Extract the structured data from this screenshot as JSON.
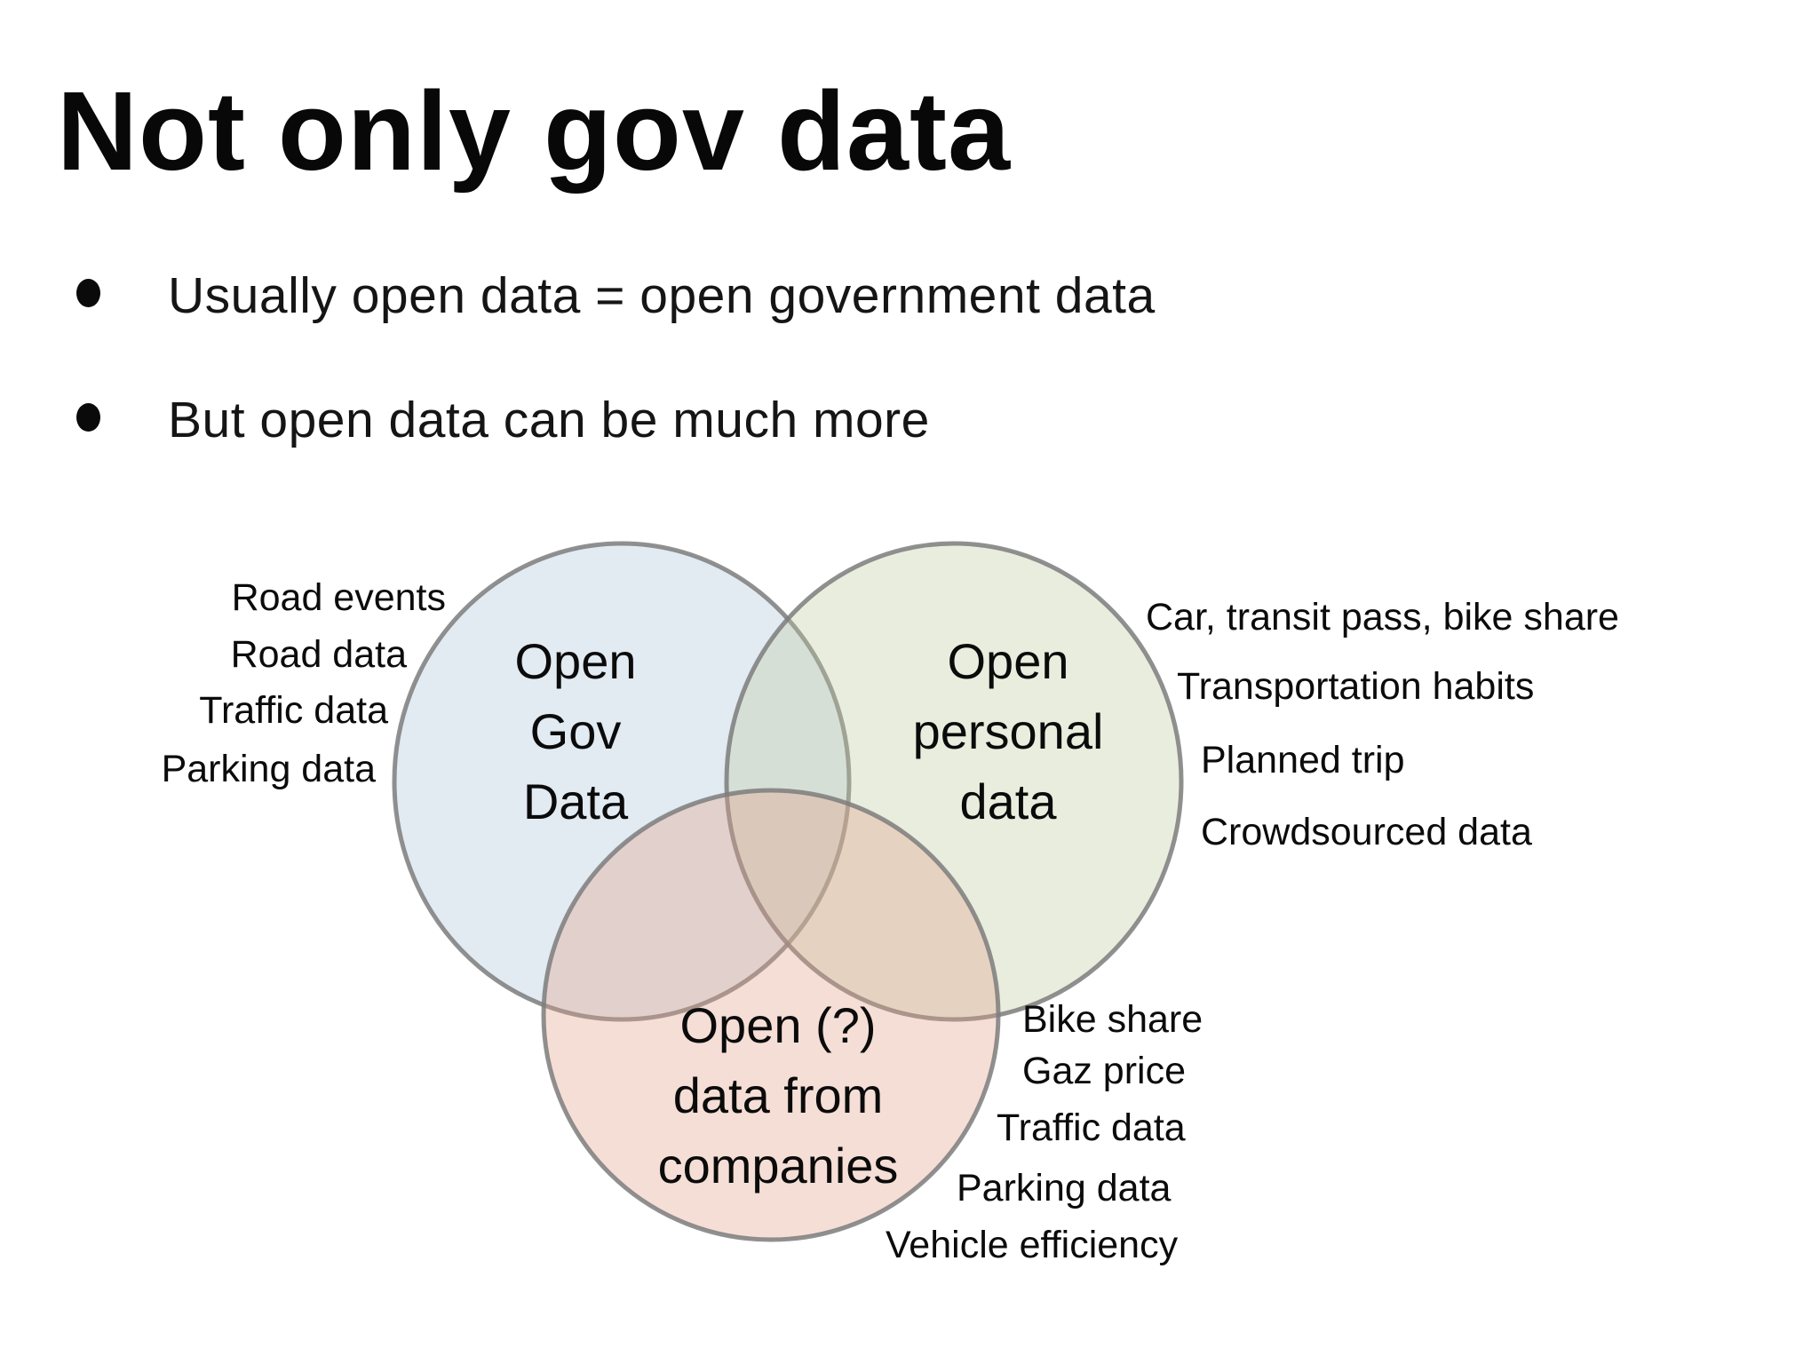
{
  "title": "Not only gov data",
  "bullets": [
    "Usually open data = open government data",
    "But open data can be much more"
  ],
  "venn": {
    "gov": {
      "lines": [
        "Open",
        "Gov",
        "Data"
      ],
      "side_labels": [
        "Road events",
        "Road data",
        "Traffic data",
        "Parking data"
      ]
    },
    "personal": {
      "lines": [
        "Open",
        "personal",
        "data"
      ],
      "side_labels": [
        "Car, transit pass, bike share",
        "Transportation habits",
        "Planned trip",
        "Crowdsourced data"
      ]
    },
    "companies": {
      "lines": [
        "Open (?)",
        "data from",
        "companies"
      ],
      "side_labels": [
        "Bike share",
        "Gaz price",
        "Traffic data",
        "Parking data",
        "Vehicle efficiency"
      ]
    },
    "colors": {
      "gov_fill": "#acc3da",
      "personal_fill": "#c0cca1",
      "companies_fill": "#e2a18a",
      "circle_stroke": "#7d7d7d",
      "text": "#0b0b0b",
      "background": "#ffffff"
    }
  }
}
